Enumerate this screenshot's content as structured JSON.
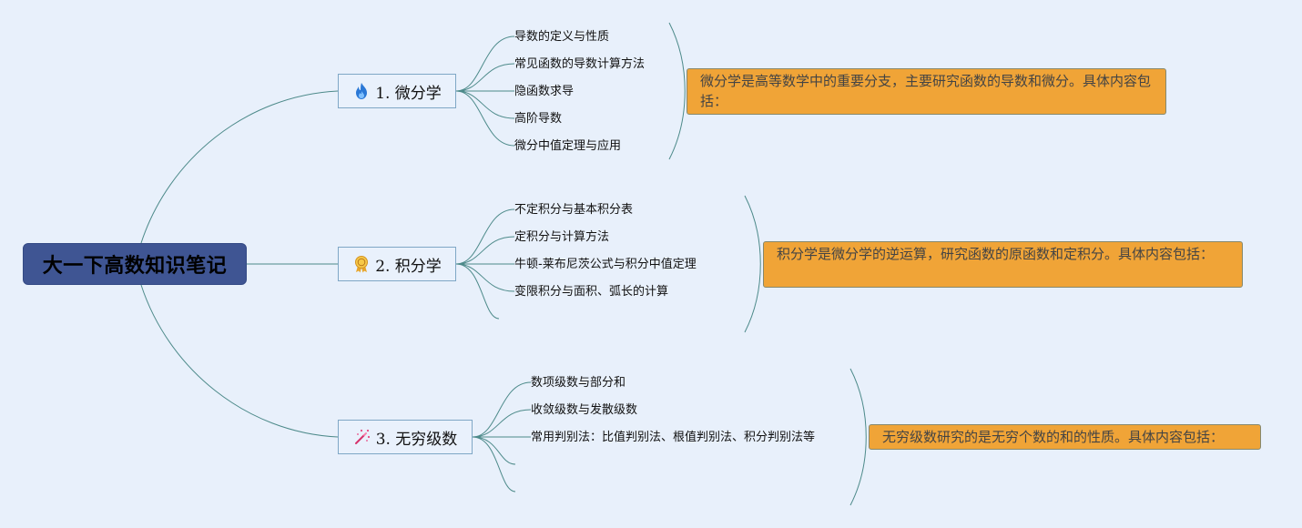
{
  "root": {
    "label": "大一下高数知识笔记"
  },
  "branches": [
    {
      "icon": "fire-icon",
      "label": "1. 微分学",
      "items": [
        "导数的定义与性质",
        "常见函数的导数计算方法",
        "隐函数求导",
        "高阶导数",
        "微分中值定理与应用"
      ],
      "summary": "微分学是高等数学中的重要分支，主要研究函数的导数和微分。具体内容包括："
    },
    {
      "icon": "award-ribbon-icon",
      "label": "2. 积分学",
      "items": [
        "不定积分与基本积分表",
        "定积分与计算方法",
        "牛顿-莱布尼茨公式与积分中值定理",
        "变限积分与面积、弧长的计算",
        ""
      ],
      "summary": "积分学是微分学的逆运算，研究函数的原函数和定积分。具体内容包括："
    },
    {
      "icon": "magic-wand-icon",
      "label": "3. 无穷级数",
      "items": [
        "数项级数与部分和",
        "收敛级数与发散级数",
        "常用判别法：比值判别法、根值判别法、积分判别法等",
        "",
        ""
      ],
      "summary": "无穷级数研究的是无穷个数的和的性质。具体内容包括："
    }
  ],
  "colors": {
    "background": "#e8f0fb",
    "root_fill": "#3f5593",
    "branch_border": "#7fa7c6",
    "connector": "#4d8a8a",
    "summary_fill": "#f0a437"
  }
}
